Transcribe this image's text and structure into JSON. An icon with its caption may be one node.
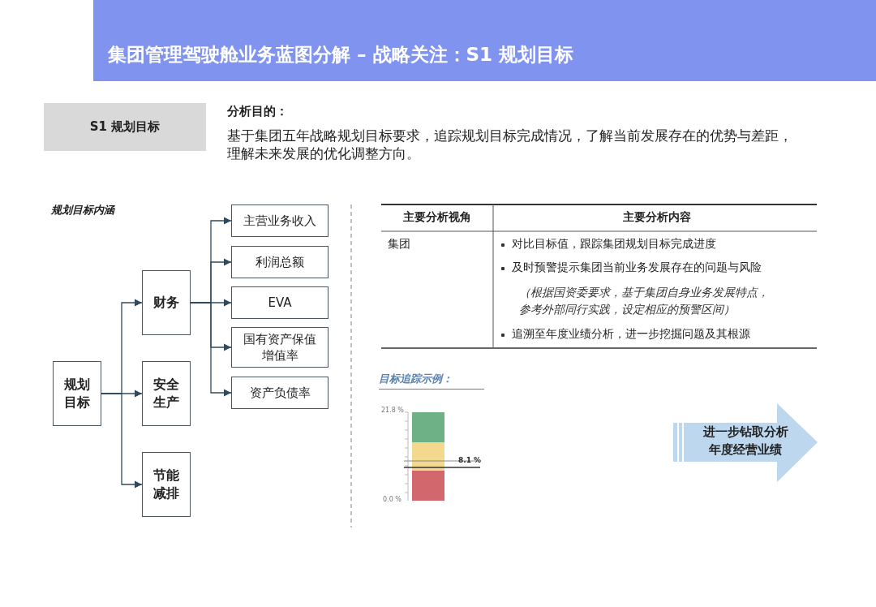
{
  "diagram": {
    "title": "集团管理驾驶舱业务蓝图分解 – 战略关注：S1 规划目标",
    "nodes": [
      {
        "text": [
          "规划目标"
        ]
      },
      {
        "text": [
          "财务"
        ]
      },
      {
        "text": [
          "安全生产"
        ]
      },
      {
        "text": [
          "节能减排"
        ]
      },
      {
        "text": [
          "主营业务收入"
        ]
      },
      {
        "text": [
          "利润总额"
        ]
      },
      {
        "text": [
          "EVA"
        ]
      },
      {
        "text": [
          "国有资产保值增值率"
        ]
      },
      {
        "text": [
          "资产负债率"
        ]
      },
      {
        "text": [
          "S1 规划目标"
        ]
      },
      {
        "text": [
          "进一步钻取分析",
          "年度经营业绩"
        ]
      }
    ],
    "edges": [
      {
        "from": 0,
        "to": 1,
        "arrow": "to"
      },
      {
        "from": 0,
        "to": 2,
        "arrow": "to"
      },
      {
        "from": 0,
        "to": 3,
        "arrow": "to"
      },
      {
        "from": 1,
        "to": 4,
        "arrow": "to"
      },
      {
        "from": 1,
        "to": 5,
        "arrow": "to"
      },
      {
        "from": 1,
        "to": 6,
        "arrow": "to"
      },
      {
        "from": 1,
        "to": 7,
        "arrow": "to"
      },
      {
        "from": 1,
        "to": 8,
        "arrow": "to"
      }
    ],
    "labels": [
      "分析目的：",
      "基于集团五年战略规划目标要求，追踪规划目标完成情况，了解当前发展存在的优势与差距，理解未来发展的优化调整方向。",
      "规划目标内涵",
      "主要分析视角",
      "主要分析内容",
      "集团",
      "对比目标值，跟踪集团规划目标完成进度",
      "及时预警提示集团当前业务发展存在的问题与风险",
      "（根据国资委要求，基于集团自身业务发展特点，参考外部同行实践，设定相应的预警区间）",
      "追溯至年度业绩分析，进一步挖掘问题及其根源",
      "目标追踪示例：",
      "21.8 %",
      "8.1 %",
      "0.0 %"
    ]
  }
}
